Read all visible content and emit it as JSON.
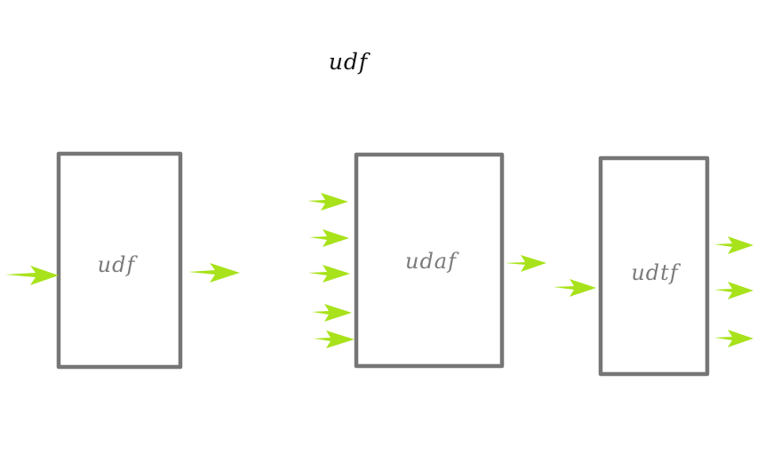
{
  "title": "udf",
  "boxes": [
    {
      "id": "udf",
      "label": "udf",
      "inputs": 1,
      "outputs": 1
    },
    {
      "id": "udaf",
      "label": "udaf",
      "inputs": 5,
      "outputs": 1
    },
    {
      "id": "udtf",
      "label": "udtf",
      "inputs": 1,
      "outputs": 3
    }
  ],
  "colors": {
    "arrow": "#a8e21b",
    "box_stroke": "#767676",
    "label": "#7a7a7a",
    "title": "#111111",
    "background": "#ffffff"
  }
}
